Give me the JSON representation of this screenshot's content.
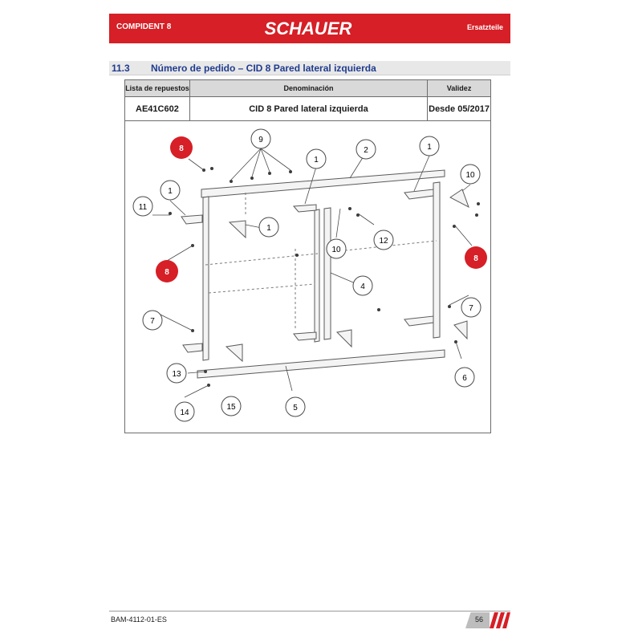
{
  "header": {
    "model": "COMPIDENT 8",
    "brand": "SCHAUER",
    "section_label": "Ersatzteile",
    "brand_color": "#d61f26"
  },
  "section": {
    "number": "11.3",
    "title": "Número de pedido – CID 8 Pared lateral izquierda",
    "title_color": "#1f3b8e"
  },
  "table": {
    "headers": [
      "Lista de repuestos",
      "Denominación",
      "Validez"
    ],
    "rows": [
      {
        "part_list": "AE41C602",
        "designation": "CID 8 Pared lateral izquierda",
        "validity": "Desde 05/2017"
      }
    ]
  },
  "diagram": {
    "callouts": [
      "8",
      "9",
      "1",
      "2",
      "1",
      "10",
      "1",
      "11",
      "1",
      "12",
      "10",
      "8",
      "8",
      "4",
      "7",
      "7",
      "13",
      "6",
      "14",
      "15",
      "5"
    ],
    "highlight_color": "#d61f26"
  },
  "footer": {
    "doc_code": "BAM-4112-01-ES",
    "page": "56"
  }
}
